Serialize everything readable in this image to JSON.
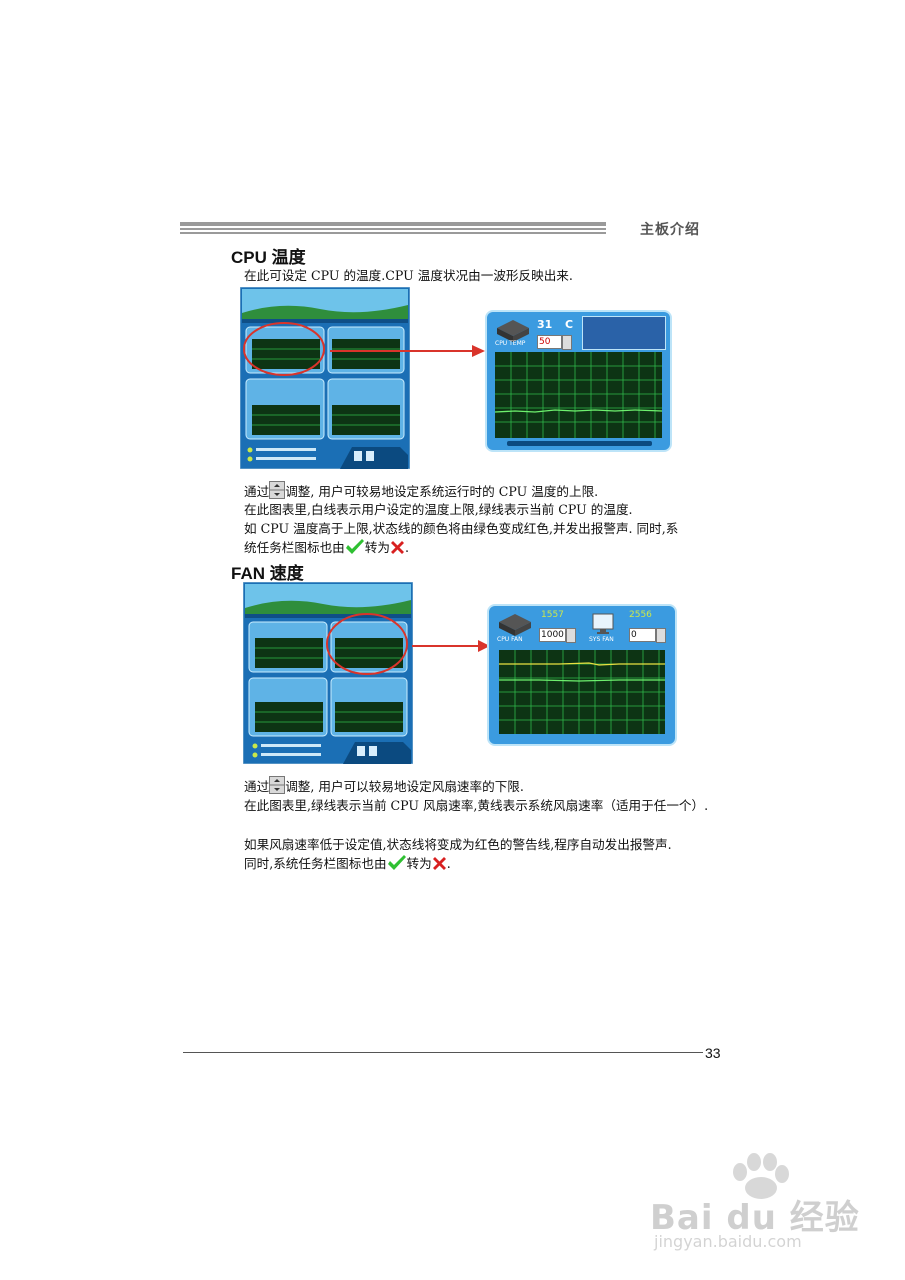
{
  "header": {
    "chapter": "主板介绍"
  },
  "sections": [
    {
      "title": "CPU 温度",
      "intro": "在此可设定 CPU 的温度.CPU 温度状况由一波形反映出来.",
      "zoom_readout": "31",
      "zoom_unit": "C",
      "zoom_label": "CPU TEMP",
      "zoom_input": "50",
      "lines": [
        {
          "before": "通过",
          "after": "调整, 用户可较易地设定系统运行时的 CPU 温度的上限."
        },
        {
          "text": "在此图表里,白线表示用户设定的温度上限,绿线表示当前 CPU 的温度."
        },
        {
          "text": "如 CPU 温度高于上限,状态线的颜色将由绿色变成红色,并发出报警声. 同时,系"
        },
        {
          "before": "统任务栏图标也由",
          "middle": "转为",
          "after": "."
        }
      ]
    },
    {
      "title": "FAN 速度",
      "zoom_readout_cpu": "1557",
      "zoom_readout_sys": "2556",
      "zoom_label_cpu": "CPU FAN",
      "zoom_label_sys": "SYS FAN",
      "zoom_input_cpu": "1000",
      "zoom_input_sys": "0",
      "lines": [
        {
          "before": "通过",
          "after": "调整, 用户可以较易地设定风扇速率的下限."
        },
        {
          "text": "在此图表里,绿线表示当前 CPU 风扇速率,黄线表示系统风扇速率（适用于任一个）."
        },
        {
          "text": "如果风扇速率低于设定值,状态线将变成为红色的警告线,程序自动发出报警声."
        },
        {
          "before": "同时,系统任务栏图标也由",
          "middle": "转为",
          "after": "."
        }
      ]
    }
  ],
  "footer": {
    "page_number": "33"
  },
  "watermark": {
    "brand": "Bai du 经验",
    "url": "jingyan.baidu.com"
  },
  "colors": {
    "panel": "#5fb3e6",
    "grid": "#0d3414",
    "green_line": "#4ed84e",
    "yellow_line": "#e8e040",
    "callout": "#d9342b"
  },
  "icons": [
    "spin-button-icon",
    "green-check-icon",
    "red-x-icon"
  ]
}
